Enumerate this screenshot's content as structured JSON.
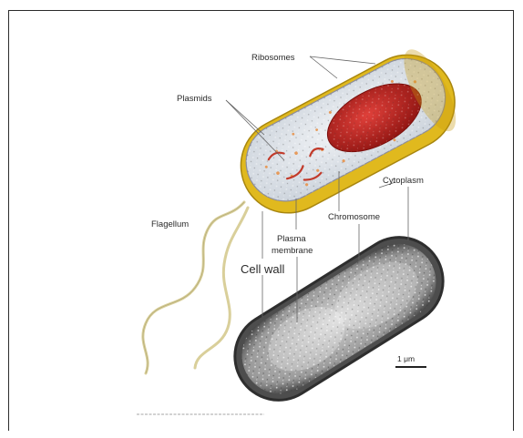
{
  "labels": {
    "ribosomes": "Ribosomes",
    "plasmids": "Plasmids",
    "cytoplasm": "Cytoplasm",
    "chromosome": "Chromosome",
    "flagellum": "Flagellum",
    "plasma_membrane_1": "Plasma",
    "plasma_membrane_2": "membrane",
    "cell_wall": "Cell wall",
    "scale_bar": "1 μm"
  },
  "colors": {
    "cell_wall": "#e0b91e",
    "cytoplasm": "#e7ebef",
    "chromosome": "#c0231e",
    "flagellum": "#d9cf9a",
    "micrograph": "#6e6e6e"
  }
}
